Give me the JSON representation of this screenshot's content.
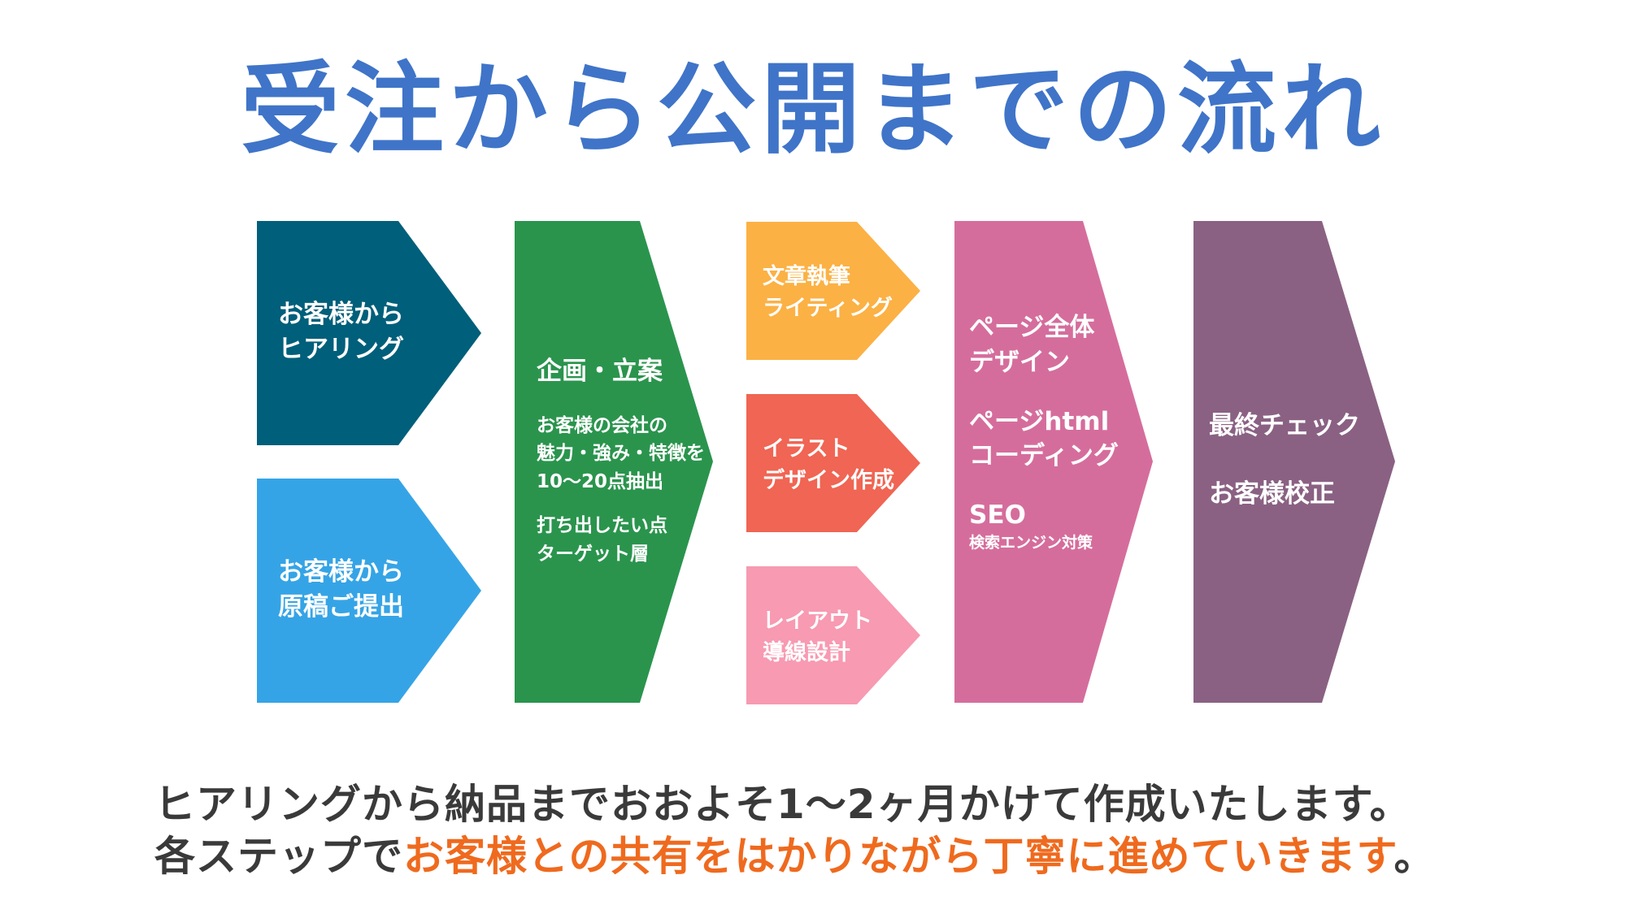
{
  "title": "受注から公開までの流れ",
  "colors": {
    "title": "#3f74c8",
    "hearing": "#005f7a",
    "manuscript": "#35a4e6",
    "planning": "#2a944d",
    "writing": "#fbb144",
    "illustration": "#f06553",
    "layout": "#f79ab2",
    "page_design": "#d56d9c",
    "final_check": "#8a6183",
    "highlight": "#ef6a1e"
  },
  "steps": {
    "hearing": {
      "line1": "お客様から",
      "line2": "ヒアリング"
    },
    "manuscript": {
      "line1": "お客様から",
      "line2": "原稿ご提出"
    },
    "planning": {
      "heading": "企画・立案",
      "detail1": "お客様の会社の",
      "detail2": "魅力・強み・特徴を",
      "detail3": "10〜20点抽出",
      "detail4": "打ち出したい点",
      "detail5": "ターゲット層"
    },
    "writing": {
      "line1": "文章執筆",
      "line2": "ライティング"
    },
    "illustration": {
      "line1": "イラスト",
      "line2": "デザイン作成"
    },
    "layout": {
      "line1": "レイアウト",
      "line2": "導線設計"
    },
    "page_design": {
      "line1": "ページ全体",
      "line2": "デザイン",
      "line3": "ページhtml",
      "line4": "コーディング",
      "line5": "SEO",
      "line6": "検索エンジン対策"
    },
    "final_check": {
      "line1": "最終チェック",
      "line2": "お客様校正"
    }
  },
  "summary": {
    "line1": "ヒアリングから納品までおおよそ1〜2ヶ月かけて作成いたします。",
    "line2_prefix": "各ステップで",
    "line2_highlight": "お客様との共有をはかりながら丁寧に進めていきます",
    "line2_suffix": "。"
  }
}
